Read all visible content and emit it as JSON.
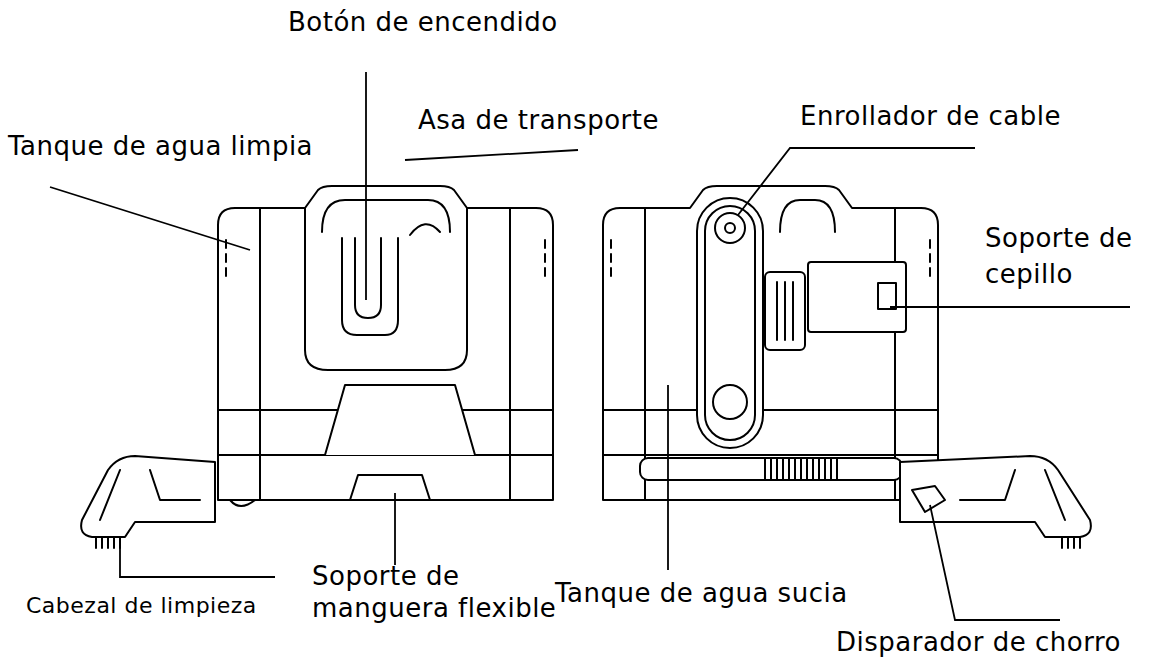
{
  "diagram": {
    "labels": [
      "Botón de encendido",
      "Tanque de agua limpia",
      "Asa de transporte",
      "Enrollador de cable",
      "Soporte de cepillo",
      "Cabezal de limpieza",
      "Soporte de manguera flexible",
      "Tanque de agua sucia",
      "Disparador de chorro"
    ]
  }
}
